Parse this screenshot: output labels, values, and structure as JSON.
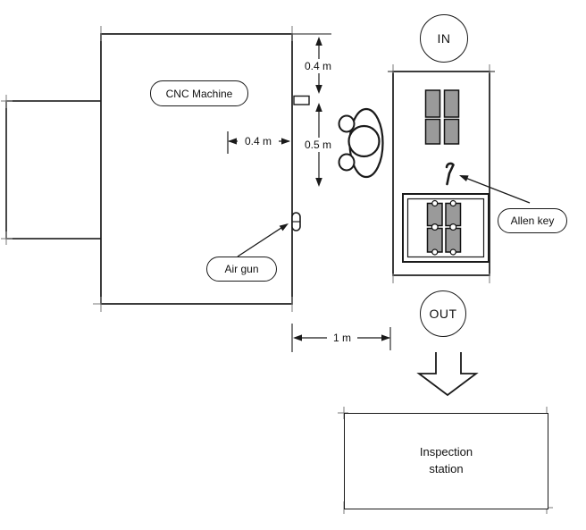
{
  "labels": {
    "cnc_machine": "CNC Machine",
    "air_gun": "Air gun",
    "allen_key": "Allen key",
    "in_port": "IN",
    "out_port": "OUT",
    "inspection_line1": "Inspection",
    "inspection_line2": "station"
  },
  "dimensions": {
    "door_width": "0.4 m",
    "upper_gap": "0.4 m",
    "lower_gap": "0.5 m",
    "aisle_width": "1 m"
  },
  "icons": {
    "operator": "person-top-view-icon",
    "allen_key_glyph": "allen-key-icon",
    "air_gun_glyph": "air-gun-icon",
    "flow_arrow": "down-block-arrow-icon",
    "raw_parts": "raw-part-icon",
    "machined_parts": "machined-part-icon"
  },
  "colors": {
    "line": "#1a1a1a",
    "part_fill": "#9a9a9a",
    "sketch_tick": "#7a7a7a",
    "background": "#ffffff"
  }
}
